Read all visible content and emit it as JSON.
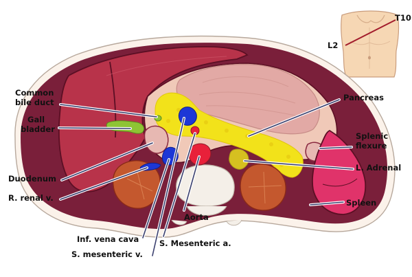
{
  "inset": {
    "level_top": "T10",
    "level_bottom": "L2"
  },
  "labels": {
    "common_bile_duct_1": "Common",
    "common_bile_duct_2": "bile duct",
    "gall_bladder_1": "Gall",
    "gall_bladder_2": "bladder",
    "duodenum": "Duodenum",
    "r_renal_v": "R. renal v.",
    "inf_vena_cava": "Inf. vena cava",
    "s_mesenteric_v": "S. mesenteric v.",
    "s_mesenteric_a": "S. Mesenteric a.",
    "aorta": "Aorta",
    "pancreas": "Pancreas",
    "splenic_flexure_1": "Splenic",
    "splenic_flexure_2": "flexure",
    "l_adrenal": "L. Adrenal",
    "spleen": "Spleen"
  },
  "colors": {
    "body_wall": "#7a1f3a",
    "liver": "#b8334a",
    "pancreas": "#f2e21a",
    "stomach": "#e2a9a5",
    "kidney": "#c4582e",
    "vessel_blue": "#1d37d6",
    "vessel_red": "#e8203a",
    "gallbladder": "#8ec434",
    "skin": "#f6d7b4"
  }
}
